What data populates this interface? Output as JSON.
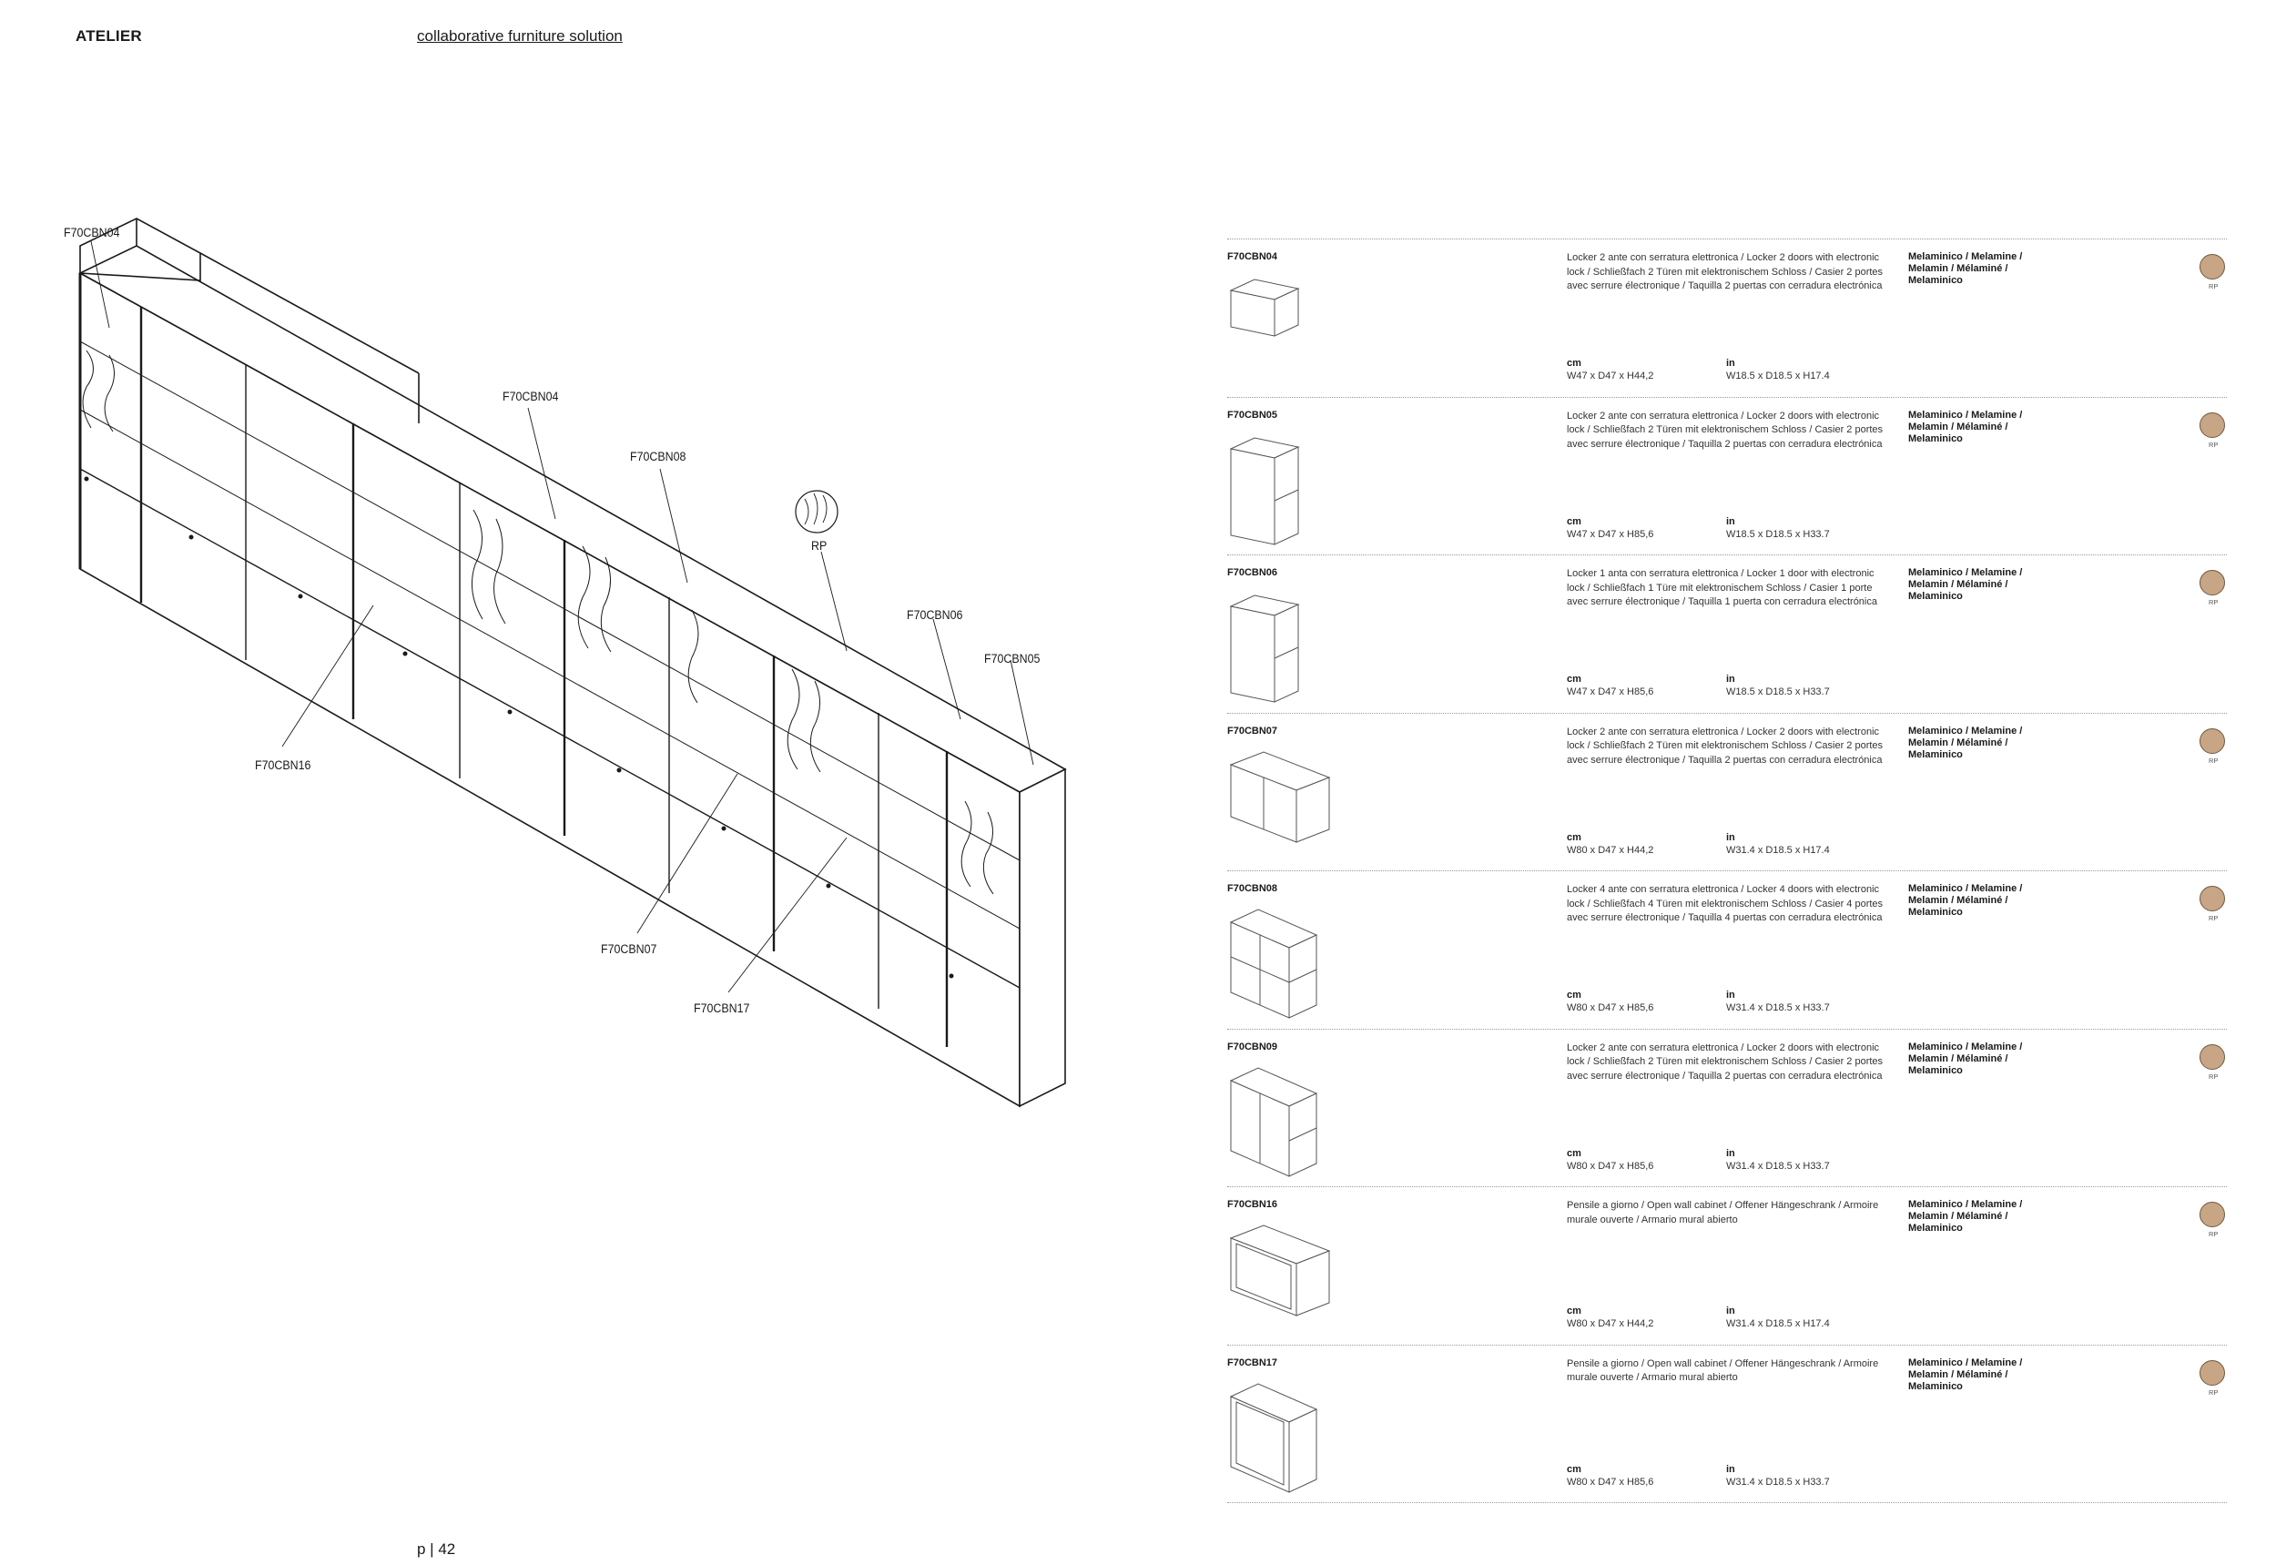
{
  "header": {
    "brand": "ATELIER",
    "subtitle": "collaborative furniture solution"
  },
  "footer": {
    "page": "p | 42"
  },
  "drawing": {
    "callouts": [
      "F70CBN04",
      "F70CBN04",
      "F70CBN08",
      "RP",
      "F70CBN06",
      "F70CBN05",
      "F70CBN16",
      "F70CBN07",
      "F70CBN17"
    ]
  },
  "products": [
    {
      "code": "F70CBN04",
      "description": "Locker 2 ante con serratura elettronica / Locker 2 doors with electronic lock / Schließfach 2 Türen mit elektronischem Schloss / Casier 2 portes avec serrure électronique / Taquilla 2 puertas con cerradura electrónica",
      "material": "Melaminico / Melamine / Melamin / Mélaminé / Melaminico",
      "finish": "RP",
      "unit_cm": "cm",
      "dim_cm": "W47 x D47 x H44,2",
      "unit_in": "in",
      "dim_in": "W18.5 x D18.5 x H17.4",
      "icon": "locker-small-icon"
    },
    {
      "code": "F70CBN05",
      "description": "Locker 2 ante con serratura elettronica / Locker 2 doors with electronic lock / Schließfach 2 Türen mit elektronischem Schloss / Casier 2 portes avec serrure électronique / Taquilla 2 puertas con cerradura electrónica",
      "material": "Melaminico / Melamine / Melamin / Mélaminé / Melaminico",
      "finish": "RP",
      "unit_cm": "cm",
      "dim_cm": "W47 x D47 x H85,6",
      "unit_in": "in",
      "dim_in": "W18.5 x D18.5 x H33.7",
      "icon": "locker-tall-two-door-icon"
    },
    {
      "code": "F70CBN06",
      "description": "Locker 1 anta con serratura elettronica / Locker 1 door with electronic lock / Schließfach 1 Türe mit elektronischem Schloss / Casier 1 porte avec serrure électronique / Taquilla 1 puerta con cerradura electrónica",
      "material": "Melaminico / Melamine / Melamin / Mélaminé / Melaminico",
      "finish": "RP",
      "unit_cm": "cm",
      "dim_cm": "W47 x D47 x H85,6",
      "unit_in": "in",
      "dim_in": "W18.5 x D18.5 x H33.7",
      "icon": "locker-tall-one-door-icon"
    },
    {
      "code": "F70CBN07",
      "description": "Locker 2 ante con serratura elettronica / Locker 2 doors with electronic lock / Schließfach 2 Türen mit elektronischem Schloss / Casier 2 portes avec serrure électronique / Taquilla 2 puertas con cerradura electrónica",
      "material": "Melaminico / Melamine / Melamin / Mélaminé / Melaminico",
      "finish": "RP",
      "unit_cm": "cm",
      "dim_cm": "W80 x D47 x H44,2",
      "unit_in": "in",
      "dim_in": "W31.4 x D18.5 x H17.4",
      "icon": "locker-wide-low-icon"
    },
    {
      "code": "F70CBN08",
      "description": "Locker 4 ante con serratura elettronica / Locker 4 doors with electronic lock / Schließfach 4 Türen mit elektronischem Schloss / Casier 4 portes avec serrure électronique / Taquilla 4 puertas con cerradura electrónica",
      "material": "Melaminico / Melamine / Melamin / Mélaminé / Melaminico",
      "finish": "RP",
      "unit_cm": "cm",
      "dim_cm": "W80 x D47 x H85,6",
      "unit_in": "in",
      "dim_in": "W31.4 x D18.5 x H33.7",
      "icon": "locker-four-door-icon"
    },
    {
      "code": "F70CBN09",
      "description": "Locker 2 ante con serratura elettronica / Locker 2 doors with electronic lock / Schließfach 2 Türen mit elektronischem Schloss / Casier 2 portes avec serrure électronique / Taquilla 2 puertas con cerradura electrónica",
      "material": "Melaminico / Melamine / Melamin / Mélaminé / Melaminico",
      "finish": "RP",
      "unit_cm": "cm",
      "dim_cm": "W80 x D47 x H85,6",
      "unit_in": "in",
      "dim_in": "W31.4 x D18.5 x H33.7",
      "icon": "locker-wide-tall-icon"
    },
    {
      "code": "F70CBN16",
      "description": "Pensile a giorno / Open wall cabinet / Offener Hängeschrank / Armoire murale ouverte / Armario mural abierto",
      "material": "Melaminico / Melamine / Melamin / Mélaminé / Melaminico",
      "finish": "RP",
      "unit_cm": "cm",
      "dim_cm": "W80 x D47 x H44,2",
      "unit_in": "in",
      "dim_in": "W31.4 x D18.5 x H17.4",
      "icon": "open-cabinet-low-icon"
    },
    {
      "code": "F70CBN17",
      "description": "Pensile a giorno / Open wall cabinet / Offener Hängeschrank / Armoire murale ouverte / Armario mural abierto",
      "material": "Melaminico / Melamine / Melamin / Mélaminé / Melaminico",
      "finish": "RP",
      "unit_cm": "cm",
      "dim_cm": "W80 x D47 x H85,6",
      "unit_in": "in",
      "dim_in": "W31.4 x D18.5 x H33.7",
      "icon": "open-cabinet-tall-icon"
    }
  ]
}
